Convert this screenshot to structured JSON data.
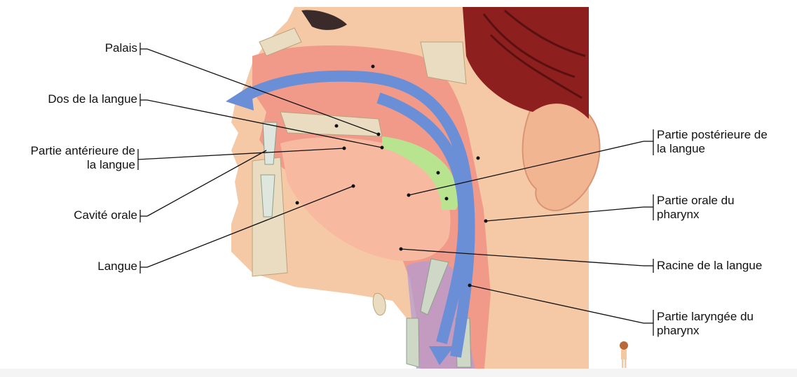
{
  "diagram": {
    "labels_left": {
      "palais": "Palais",
      "dos_langue": "Dos de la langue",
      "partie_anterieure_1": "Partie antérieure de",
      "partie_anterieure_2": "la langue",
      "cavite_orale": "Cavité orale",
      "langue": "Langue"
    },
    "labels_right": {
      "partie_posterieure_1": "Partie postérieure de",
      "partie_posterieure_2": "la langue",
      "partie_orale_1": "Partie orale du",
      "partie_orale_2": "pharynx",
      "racine": "Racine de la langue",
      "partie_laryngee_1": "Partie laryngée du",
      "partie_laryngee_2": "pharynx"
    },
    "colors": {
      "skin": "#f6c9a6",
      "tissue": "#f19a8a",
      "tongue_highlight": "#b9e48f",
      "airflow_arrow": "#6b8fd6",
      "hair": "#8e1f1f",
      "bone": "#e9dcc0",
      "cartilage": "#cfd8c7",
      "larynx": "#b49bd2"
    }
  }
}
